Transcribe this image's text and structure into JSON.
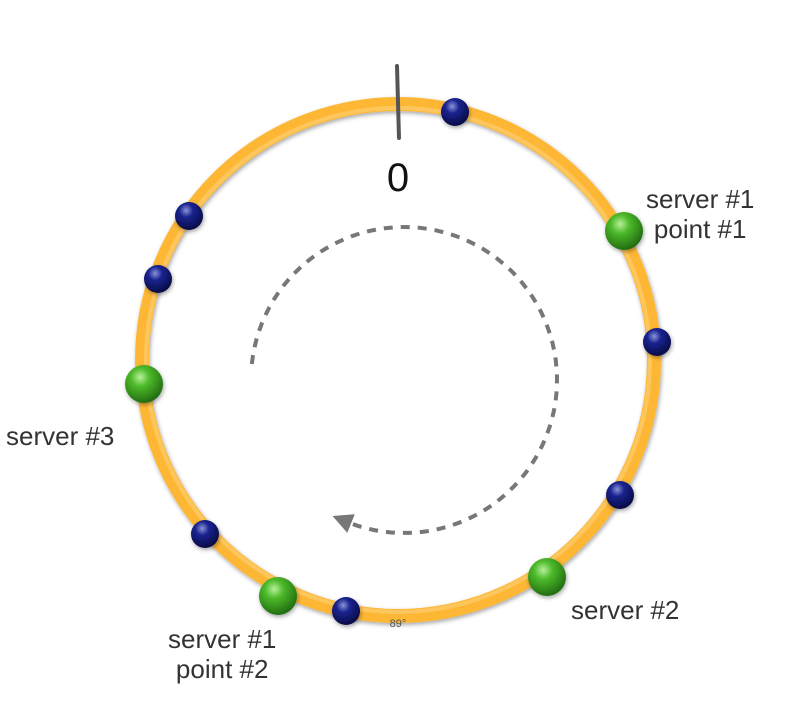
{
  "zero_label": "0",
  "tiny_label": "89°",
  "servers": [
    {
      "line1": "server #1",
      "line2": "point #1"
    },
    {
      "line1": "server #3",
      "line2": ""
    },
    {
      "line1": "server #1",
      "line2": "point #2"
    },
    {
      "line1": "server #2",
      "line2": ""
    }
  ],
  "colors": {
    "ring": "#FDB736",
    "ring_highlight": "#FFD27A",
    "server_node": "#3A9A1E",
    "data_node": "#0B1470",
    "dashed_arrow": "#777777",
    "zero_tick": "#555555"
  }
}
